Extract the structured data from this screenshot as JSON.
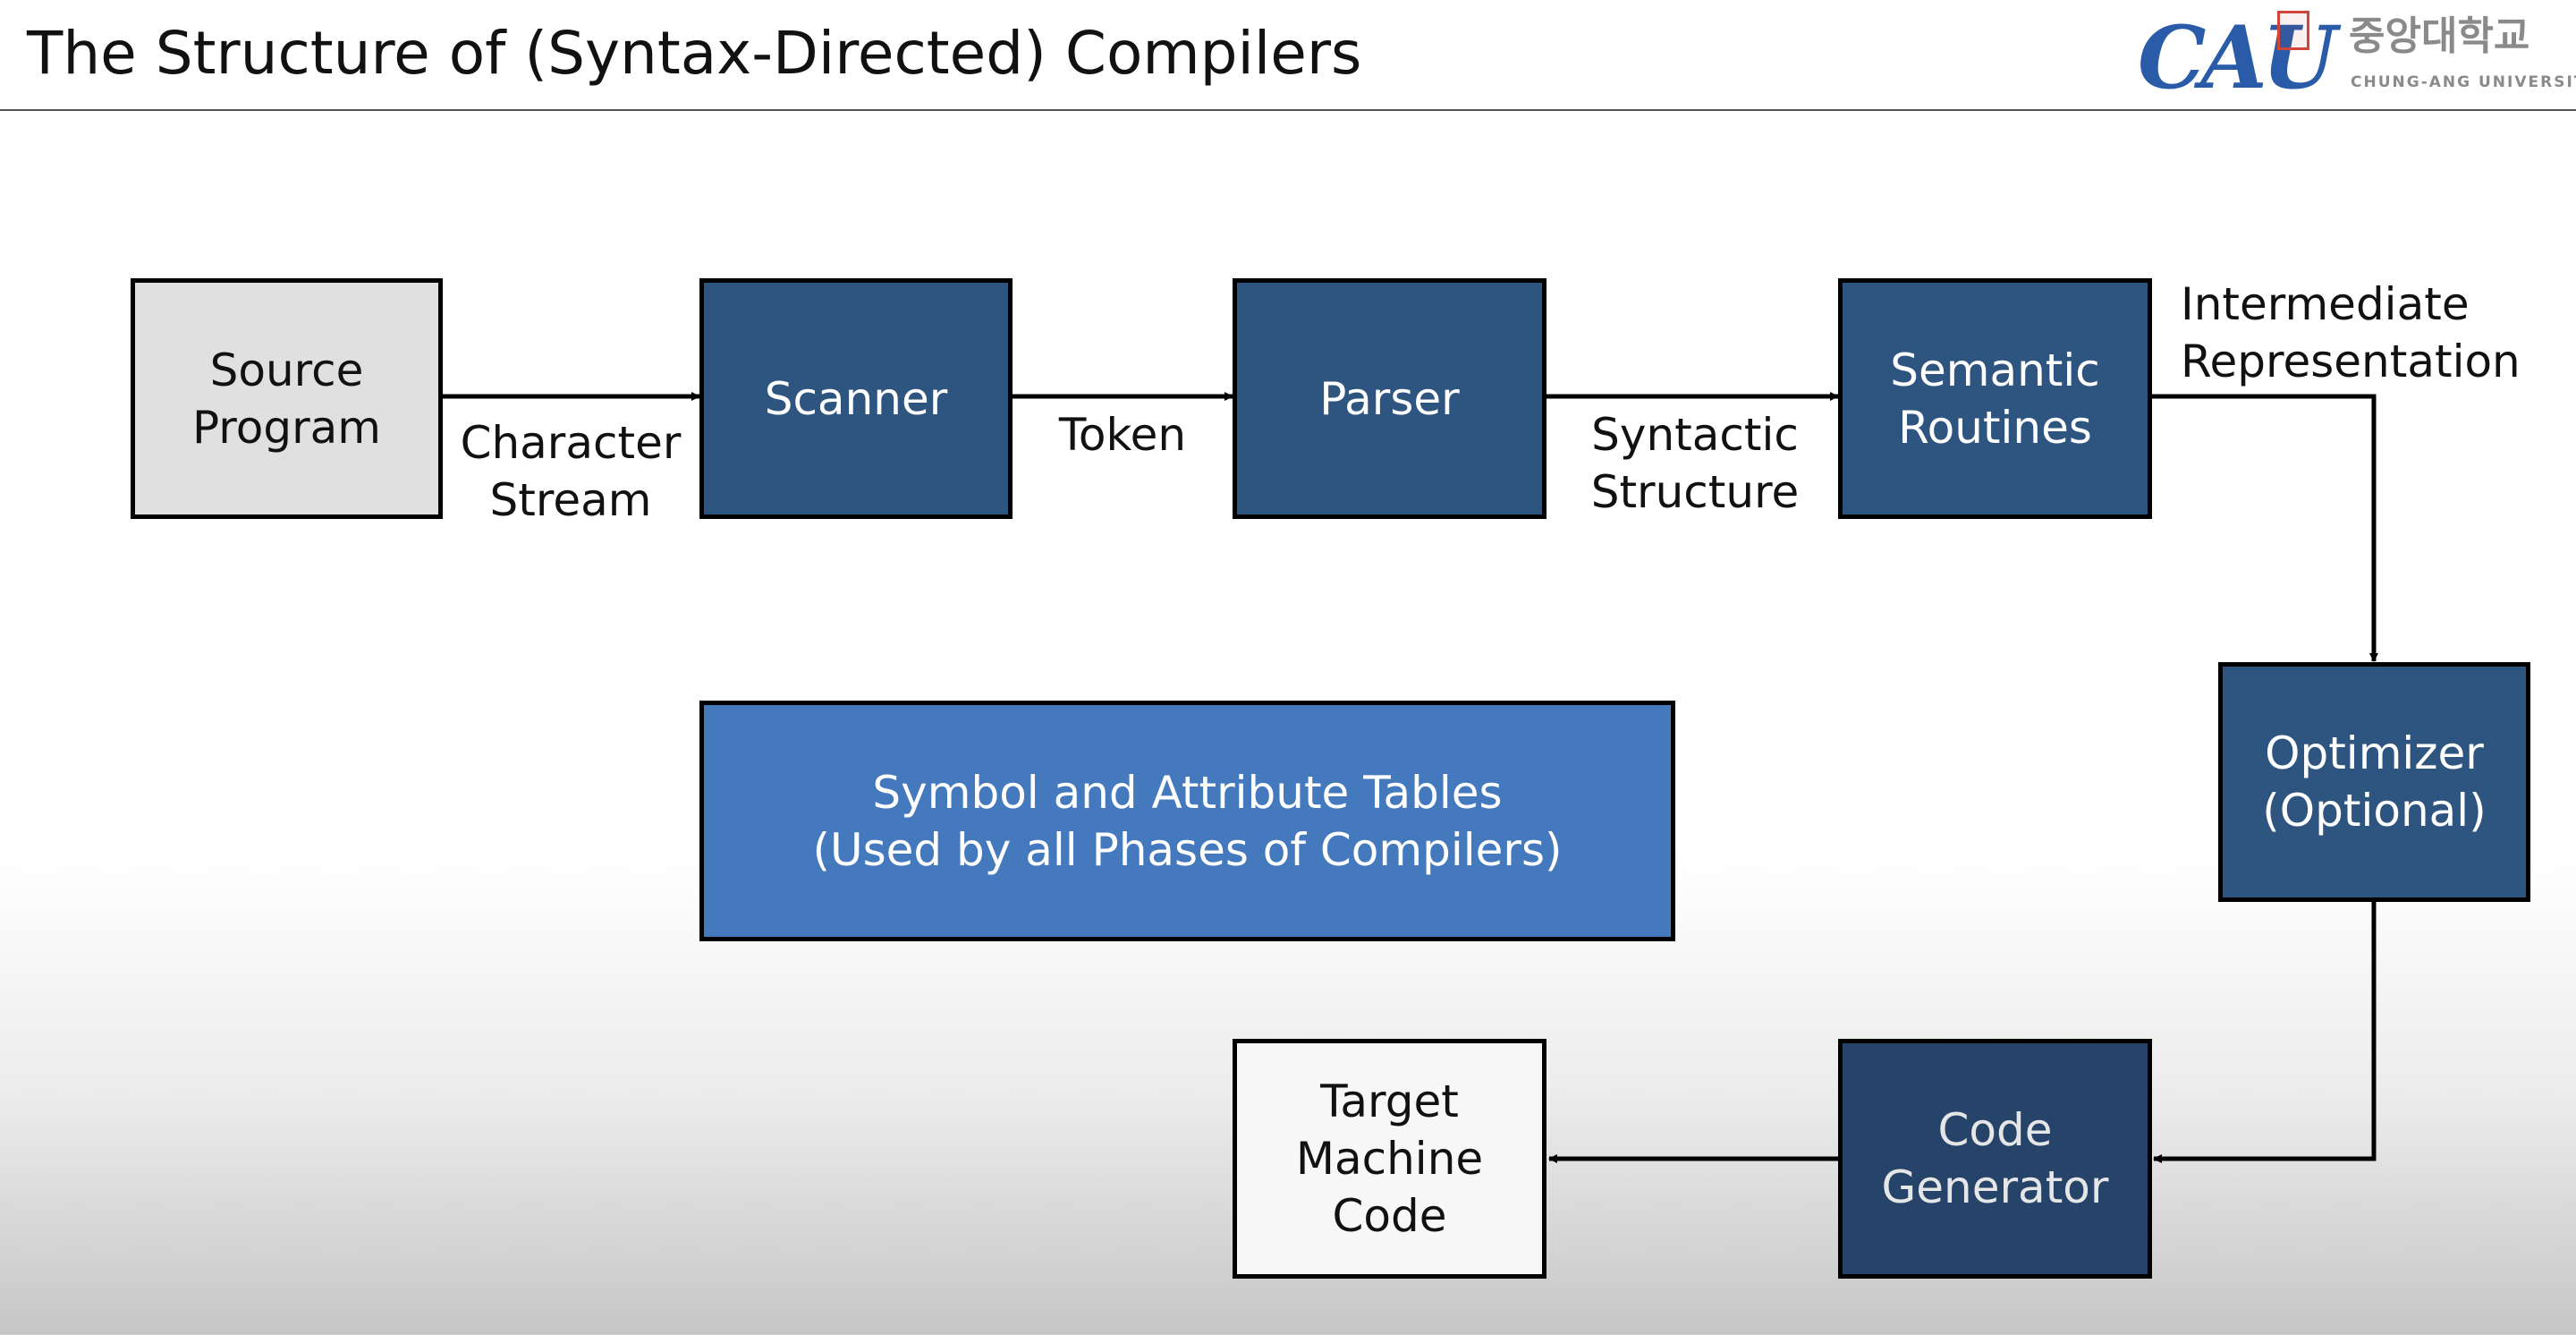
{
  "title": "The Structure of (Syntax-Directed) Compilers",
  "logo": {
    "wordmark": "CAU",
    "korean": "중앙대학교",
    "english": "CHUNG-ANG UNIVERSITY"
  },
  "nodes": {
    "source_program": "Source\nProgram",
    "scanner": "Scanner",
    "parser": "Parser",
    "semantic_routines": "Semantic\nRoutines",
    "optimizer": "Optimizer\n(Optional)",
    "code_generator": "Code\nGenerator",
    "target_code": "Target\nMachine\nCode",
    "symbol_tables": "Symbol and Attribute Tables\n(Used by all Phases of Compilers)"
  },
  "edges": {
    "character_stream": "Character\nStream",
    "token": "Token",
    "syntactic_structure": "Syntactic\nStructure",
    "intermediate_representation": "Intermediate\nRepresentation"
  },
  "colors": {
    "phase_box": "#2e5480",
    "code_generator_box": "#26446a",
    "tables_box": "#4479bd",
    "source_box": "#e0e0e0"
  }
}
